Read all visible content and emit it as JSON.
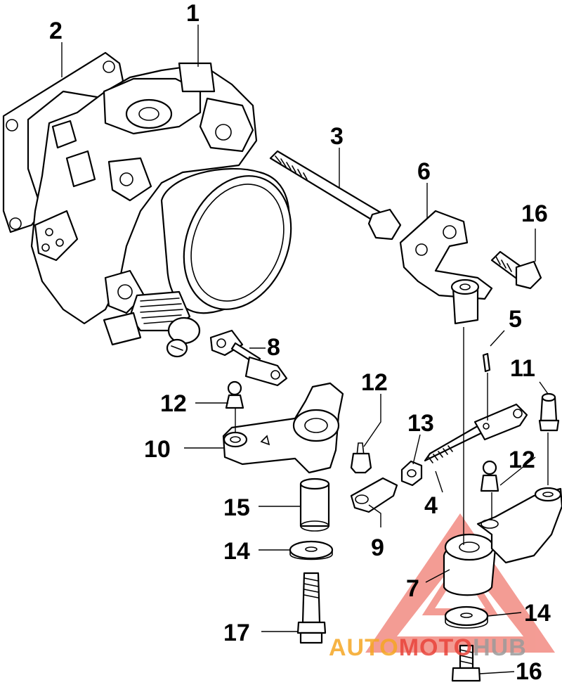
{
  "diagram": {
    "callouts": [
      {
        "id": "c1",
        "label": "1"
      },
      {
        "id": "c2",
        "label": "2"
      },
      {
        "id": "c3",
        "label": "3"
      },
      {
        "id": "c4",
        "label": "4"
      },
      {
        "id": "c5",
        "label": "5"
      },
      {
        "id": "c6",
        "label": "6"
      },
      {
        "id": "c7",
        "label": "7"
      },
      {
        "id": "c8",
        "label": "8"
      },
      {
        "id": "c9",
        "label": "9"
      },
      {
        "id": "c10",
        "label": "10"
      },
      {
        "id": "c11",
        "label": "11"
      },
      {
        "id": "c12a",
        "label": "12"
      },
      {
        "id": "c12b",
        "label": "12"
      },
      {
        "id": "c12c",
        "label": "12"
      },
      {
        "id": "c13",
        "label": "13"
      },
      {
        "id": "c14a",
        "label": "14"
      },
      {
        "id": "c14b",
        "label": "14"
      },
      {
        "id": "c15",
        "label": "15"
      },
      {
        "id": "c16a",
        "label": "16"
      },
      {
        "id": "c16b",
        "label": "16"
      },
      {
        "id": "c17",
        "label": "17"
      }
    ]
  },
  "watermark": {
    "text_part1": "AUTO",
    "text_part2": "MOTO",
    "text_part3": "HUB",
    "color_part1": "#f5a623",
    "color_part2": "#e8433a",
    "color_part3": "#9a9a9a",
    "triangle_color": "#f28b82"
  }
}
